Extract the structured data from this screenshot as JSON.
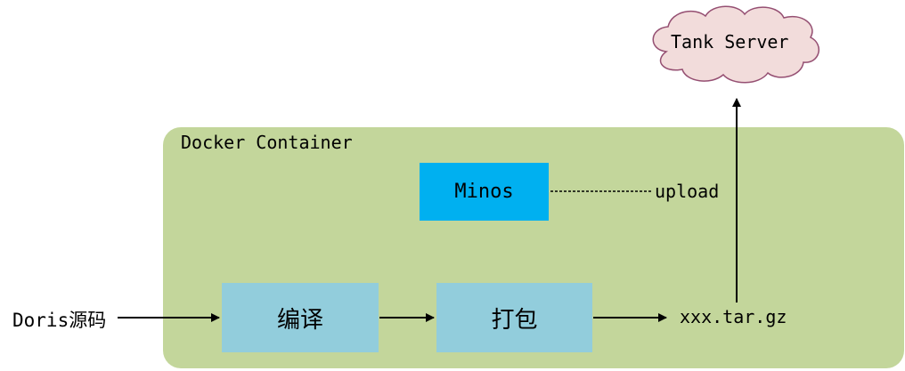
{
  "cloud": {
    "label": "Tank Server",
    "fill": "#f2dcdb",
    "stroke": "#954f72"
  },
  "container": {
    "label": "Docker Container",
    "color": "#c3d69b"
  },
  "minos": {
    "label": "Minos",
    "color": "#00b0f0"
  },
  "upload": {
    "label": "upload"
  },
  "source": {
    "label": "Doris源码"
  },
  "compile": {
    "label": "编译",
    "color": "#92cddc"
  },
  "package": {
    "label": "打包",
    "color": "#92cddc"
  },
  "artifact": {
    "label": "xxx.tar.gz"
  }
}
